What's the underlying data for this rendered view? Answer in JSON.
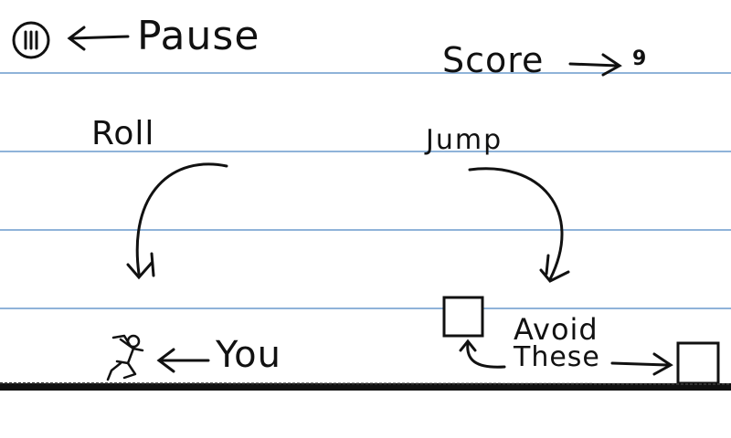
{
  "hud": {
    "pause_label": "Pause",
    "pause_icon": "pause-circle-icon",
    "score_label": "Score",
    "score_value": "9"
  },
  "tutorial": {
    "roll_label": "Roll",
    "jump_label": "Jump",
    "you_label": "You",
    "avoid_label_line1": "Avoid",
    "avoid_label_line2": "These"
  },
  "colors": {
    "paper": "#ffffff",
    "rule_line": "#8fb3d9",
    "ink": "#111111"
  }
}
